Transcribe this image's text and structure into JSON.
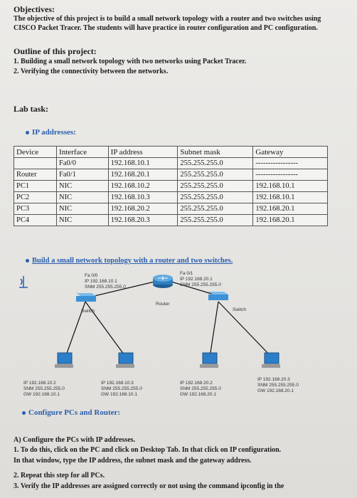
{
  "objectives": {
    "heading": "Objectives:",
    "text_line1": "The objective of this project is to build a small network topology with a router and two switches using",
    "text_line2": "CISCO Packet Tracer. The students will have practice in router configuration and PC configuration."
  },
  "outline": {
    "heading": "Outline of this project:",
    "items": [
      "1. Building a small network topology with two networks using Packet Tracer.",
      "2. Verifying the connectivity between the networks."
    ]
  },
  "lab_task": {
    "heading": "Lab task:",
    "bullet_ip": "IP addresses:",
    "bullet_topology": "Build a small network topology with a router and two switches.",
    "bullet_configure": "Configure PCs and Router:"
  },
  "ip_table": {
    "headers": [
      "Device",
      "Interface",
      "IP address",
      "Subnet mask",
      "Gateway"
    ],
    "rows": [
      [
        "",
        "Fa0/0",
        "192.168.10.1",
        "255.255.255.0",
        "-----------------"
      ],
      [
        "Router",
        "Fa0/1",
        "192.168.20.1",
        "255.255.255.0",
        "-----------------"
      ],
      [
        "PC1",
        "NIC",
        "192.168.10.2",
        "255.255.255.0",
        "192.168.10.1"
      ],
      [
        "PC2",
        "NIC",
        "192.168.10.3",
        "255.255.255.0",
        "192.168.10.1"
      ],
      [
        "PC3",
        "NIC",
        "192.168.20.2",
        "255.255.255.0",
        "192.168.20.1"
      ],
      [
        "PC4",
        "NIC",
        "192.168.20.3",
        "255.255.255.0",
        "192.168.20.1"
      ]
    ]
  },
  "topology": {
    "router_label": "Router",
    "switch1_label": "Switch",
    "switch2_label": "Switch",
    "router_left_if": [
      "Fa 0/0",
      "IP 192.168.10.1",
      "SNM 255.255.255.0"
    ],
    "router_right_if": [
      "Fa 0/1",
      "IP 192.168.20.1",
      "SNM 255.255.255.0"
    ],
    "pcs": [
      [
        "IP 192.168.10.2",
        "SNM 255.255.255.0",
        "GW 192.168.10.1"
      ],
      [
        "IP 192.168.10.3",
        "SNM 255.255.255.0",
        "GW 192.168.10.1"
      ],
      [
        "IP 192.168.20.2",
        "SNM 255.255.255.0",
        "GW 192.168.20.1"
      ],
      [
        "IP 192.168.20.3",
        "SNM 255.255.255.0",
        "GW 192.168.20.1"
      ]
    ]
  },
  "instructions": {
    "heading": "A) Configure the PCs with IP addresses.",
    "lines": [
      "1. To do this, click on the PC and click on Desktop Tab. In that click on IP configuration.",
      "In that window, type the IP address, the subnet mask and the gateway address.",
      "2. Repeat this step for all PCs.",
      "3. Verify the IP addresses are assigned correctly or not using the command ipconfig in the"
    ]
  },
  "colors": {
    "bullet_blue": "#2a5fb0",
    "router_blue": "#2f7fc0",
    "switch_blue": "#3c91d6"
  }
}
